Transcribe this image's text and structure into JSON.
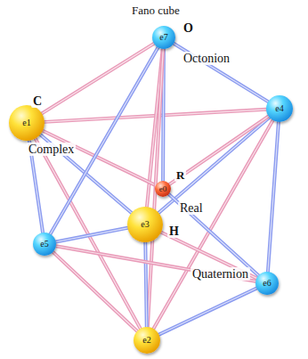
{
  "diagram": {
    "title": "Fano cube",
    "nodes": [
      {
        "text": [
          "e7"
        ]
      },
      {
        "text": [
          "e1"
        ]
      },
      {
        "text": [
          "e4"
        ]
      },
      {
        "text": [
          "e0"
        ]
      },
      {
        "text": [
          "e3"
        ]
      },
      {
        "text": [
          "e5"
        ]
      },
      {
        "text": [
          "e6"
        ]
      },
      {
        "text": [
          "e2"
        ]
      }
    ],
    "edges": [
      {
        "from": 1,
        "to": 0,
        "arrow": "none"
      },
      {
        "from": 0,
        "to": 2,
        "arrow": "none"
      },
      {
        "from": 1,
        "to": 2,
        "arrow": "none"
      },
      {
        "from": 1,
        "to": 4,
        "arrow": "none"
      },
      {
        "from": 0,
        "to": 4,
        "arrow": "none"
      },
      {
        "from": 2,
        "to": 4,
        "arrow": "none"
      },
      {
        "from": 1,
        "to": 3,
        "arrow": "none"
      },
      {
        "from": 0,
        "to": 3,
        "arrow": "none"
      },
      {
        "from": 2,
        "to": 3,
        "arrow": "none"
      },
      {
        "from": 1,
        "to": 5,
        "arrow": "none"
      },
      {
        "from": 1,
        "to": 7,
        "arrow": "none"
      },
      {
        "from": 0,
        "to": 5,
        "arrow": "none"
      },
      {
        "from": 0,
        "to": 7,
        "arrow": "none"
      },
      {
        "from": 2,
        "to": 6,
        "arrow": "none"
      },
      {
        "from": 2,
        "to": 7,
        "arrow": "none"
      },
      {
        "from": 4,
        "to": 5,
        "arrow": "none"
      },
      {
        "from": 4,
        "to": 6,
        "arrow": "none"
      },
      {
        "from": 4,
        "to": 7,
        "arrow": "none"
      },
      {
        "from": 5,
        "to": 7,
        "arrow": "none"
      },
      {
        "from": 6,
        "to": 7,
        "arrow": "none"
      },
      {
        "from": 5,
        "to": 6,
        "arrow": "none"
      },
      {
        "from": 3,
        "to": 6,
        "arrow": "none"
      }
    ],
    "labels": [
      "C",
      "Complex",
      "O",
      "Octonion",
      "R",
      "Real",
      "H",
      "Quaternion"
    ]
  }
}
